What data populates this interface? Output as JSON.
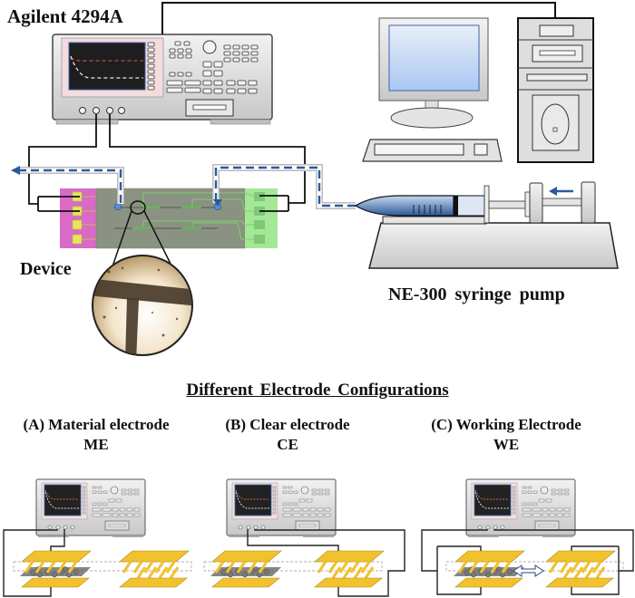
{
  "figure": {
    "analyzer_label": "Agilent 4294A",
    "device_label": "Device",
    "pump_label": "NE-300  syringe pump",
    "configs_title": "Different Electrode Configurations",
    "configurations": [
      {
        "id": "A",
        "prefix": "(A)",
        "name": "Material electrode",
        "abbr": "ME",
        "label": "(A)  Material electrode"
      },
      {
        "id": "B",
        "prefix": "(B)",
        "name": "Clear electrode",
        "abbr": "CE",
        "label": "(B) Clear electrode"
      },
      {
        "id": "C",
        "prefix": "(C)",
        "name": "Working Electrode",
        "abbr": "WE",
        "label": "(C) Working Electrode"
      }
    ]
  },
  "colors": {
    "flow_blue": "#2b5a9a",
    "pad_magenta": "#d96ac6",
    "pad_yellow": "#e6e65a",
    "chip_gray": "#8a9282",
    "pad_green": "#a4e897",
    "electrode_gold": "#f2c12e",
    "screen_blue": "#a9c8f2"
  }
}
